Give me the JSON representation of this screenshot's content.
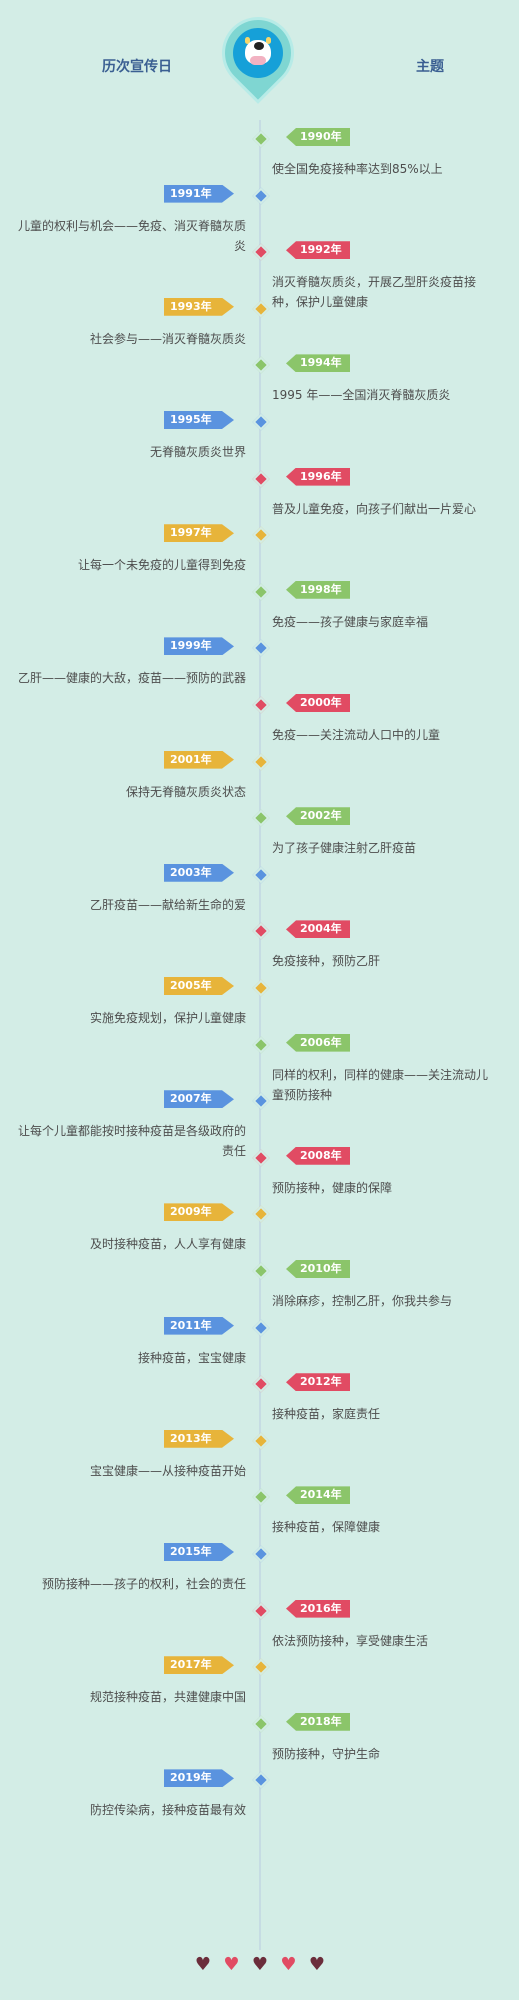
{
  "header": {
    "left_title": "历次宣传日",
    "right_title": "主题"
  },
  "colors": {
    "background": "#d3ede6",
    "line": "#c6dce3",
    "green": "#8bc56a",
    "blue": "#5a93df",
    "red": "#e14b63",
    "yellow": "#e7b43a",
    "heart_dark": "#6b2d3b",
    "heart_red": "#e14b63"
  },
  "events": [
    {
      "year": "1990年",
      "text": "使全国免疫接种率达到85%以上",
      "side": "right",
      "color": "green"
    },
    {
      "year": "1991年",
      "text": "儿童的权利与机会——免疫、消灭脊髓灰质炎",
      "side": "left",
      "color": "blue"
    },
    {
      "year": "1992年",
      "text": "消灭脊髓灰质炎，开展乙型肝炎疫苗接种，保护儿童健康",
      "side": "right",
      "color": "red"
    },
    {
      "year": "1993年",
      "text": "社会参与——消灭脊髓灰质炎",
      "side": "left",
      "color": "yellow"
    },
    {
      "year": "1994年",
      "text": "1995 年——全国消灭脊髓灰质炎",
      "side": "right",
      "color": "green"
    },
    {
      "year": "1995年",
      "text": "无脊髓灰质炎世界",
      "side": "left",
      "color": "blue"
    },
    {
      "year": "1996年",
      "text": "普及儿童免疫，向孩子们献出一片爱心",
      "side": "right",
      "color": "red"
    },
    {
      "year": "1997年",
      "text": "让每一个未免疫的儿童得到免疫",
      "side": "left",
      "color": "yellow"
    },
    {
      "year": "1998年",
      "text": "免疫——孩子健康与家庭幸福",
      "side": "right",
      "color": "green"
    },
    {
      "year": "1999年",
      "text": "乙肝——健康的大敌，疫苗——预防的武器",
      "side": "left",
      "color": "blue"
    },
    {
      "year": "2000年",
      "text": "免疫——关注流动人口中的儿童",
      "side": "right",
      "color": "red"
    },
    {
      "year": "2001年",
      "text": "保持无脊髓灰质炎状态",
      "side": "left",
      "color": "yellow"
    },
    {
      "year": "2002年",
      "text": "为了孩子健康注射乙肝疫苗",
      "side": "right",
      "color": "green"
    },
    {
      "year": "2003年",
      "text": "乙肝疫苗——献给新生命的爱",
      "side": "left",
      "color": "blue"
    },
    {
      "year": "2004年",
      "text": "免疫接种，预防乙肝",
      "side": "right",
      "color": "red"
    },
    {
      "year": "2005年",
      "text": "实施免疫规划，保护儿童健康",
      "side": "left",
      "color": "yellow"
    },
    {
      "year": "2006年",
      "text": "同样的权利，同样的健康——关注流动儿童预防接种",
      "side": "right",
      "color": "green"
    },
    {
      "year": "2007年",
      "text": "让每个儿童都能按时接种疫苗是各级政府的责任",
      "side": "left",
      "color": "blue"
    },
    {
      "year": "2008年",
      "text": "预防接种，健康的保障",
      "side": "right",
      "color": "red"
    },
    {
      "year": "2009年",
      "text": "及时接种疫苗，人人享有健康",
      "side": "left",
      "color": "yellow"
    },
    {
      "year": "2010年",
      "text": "消除麻疹，控制乙肝，你我共参与",
      "side": "right",
      "color": "green"
    },
    {
      "year": "2011年",
      "text": "接种疫苗，宝宝健康",
      "side": "left",
      "color": "blue"
    },
    {
      "year": "2012年",
      "text": "接种疫苗，家庭责任",
      "side": "right",
      "color": "red"
    },
    {
      "year": "2013年",
      "text": "宝宝健康——从接种疫苗开始",
      "side": "left",
      "color": "yellow"
    },
    {
      "year": "2014年",
      "text": "接种疫苗，保障健康",
      "side": "right",
      "color": "green"
    },
    {
      "year": "2015年",
      "text": "预防接种——孩子的权利，社会的责任",
      "side": "left",
      "color": "blue"
    },
    {
      "year": "2016年",
      "text": "依法预防接种，享受健康生活",
      "side": "right",
      "color": "red"
    },
    {
      "year": "2017年",
      "text": "规范接种疫苗，共建健康中国",
      "side": "left",
      "color": "yellow"
    },
    {
      "year": "2018年",
      "text": "预防接种，守护生命",
      "side": "right",
      "color": "green"
    },
    {
      "year": "2019年",
      "text": "防控传染病，接种疫苗最有效",
      "side": "left",
      "color": "blue"
    }
  ],
  "hearts": [
    "dark",
    "red",
    "dark",
    "red",
    "dark"
  ]
}
